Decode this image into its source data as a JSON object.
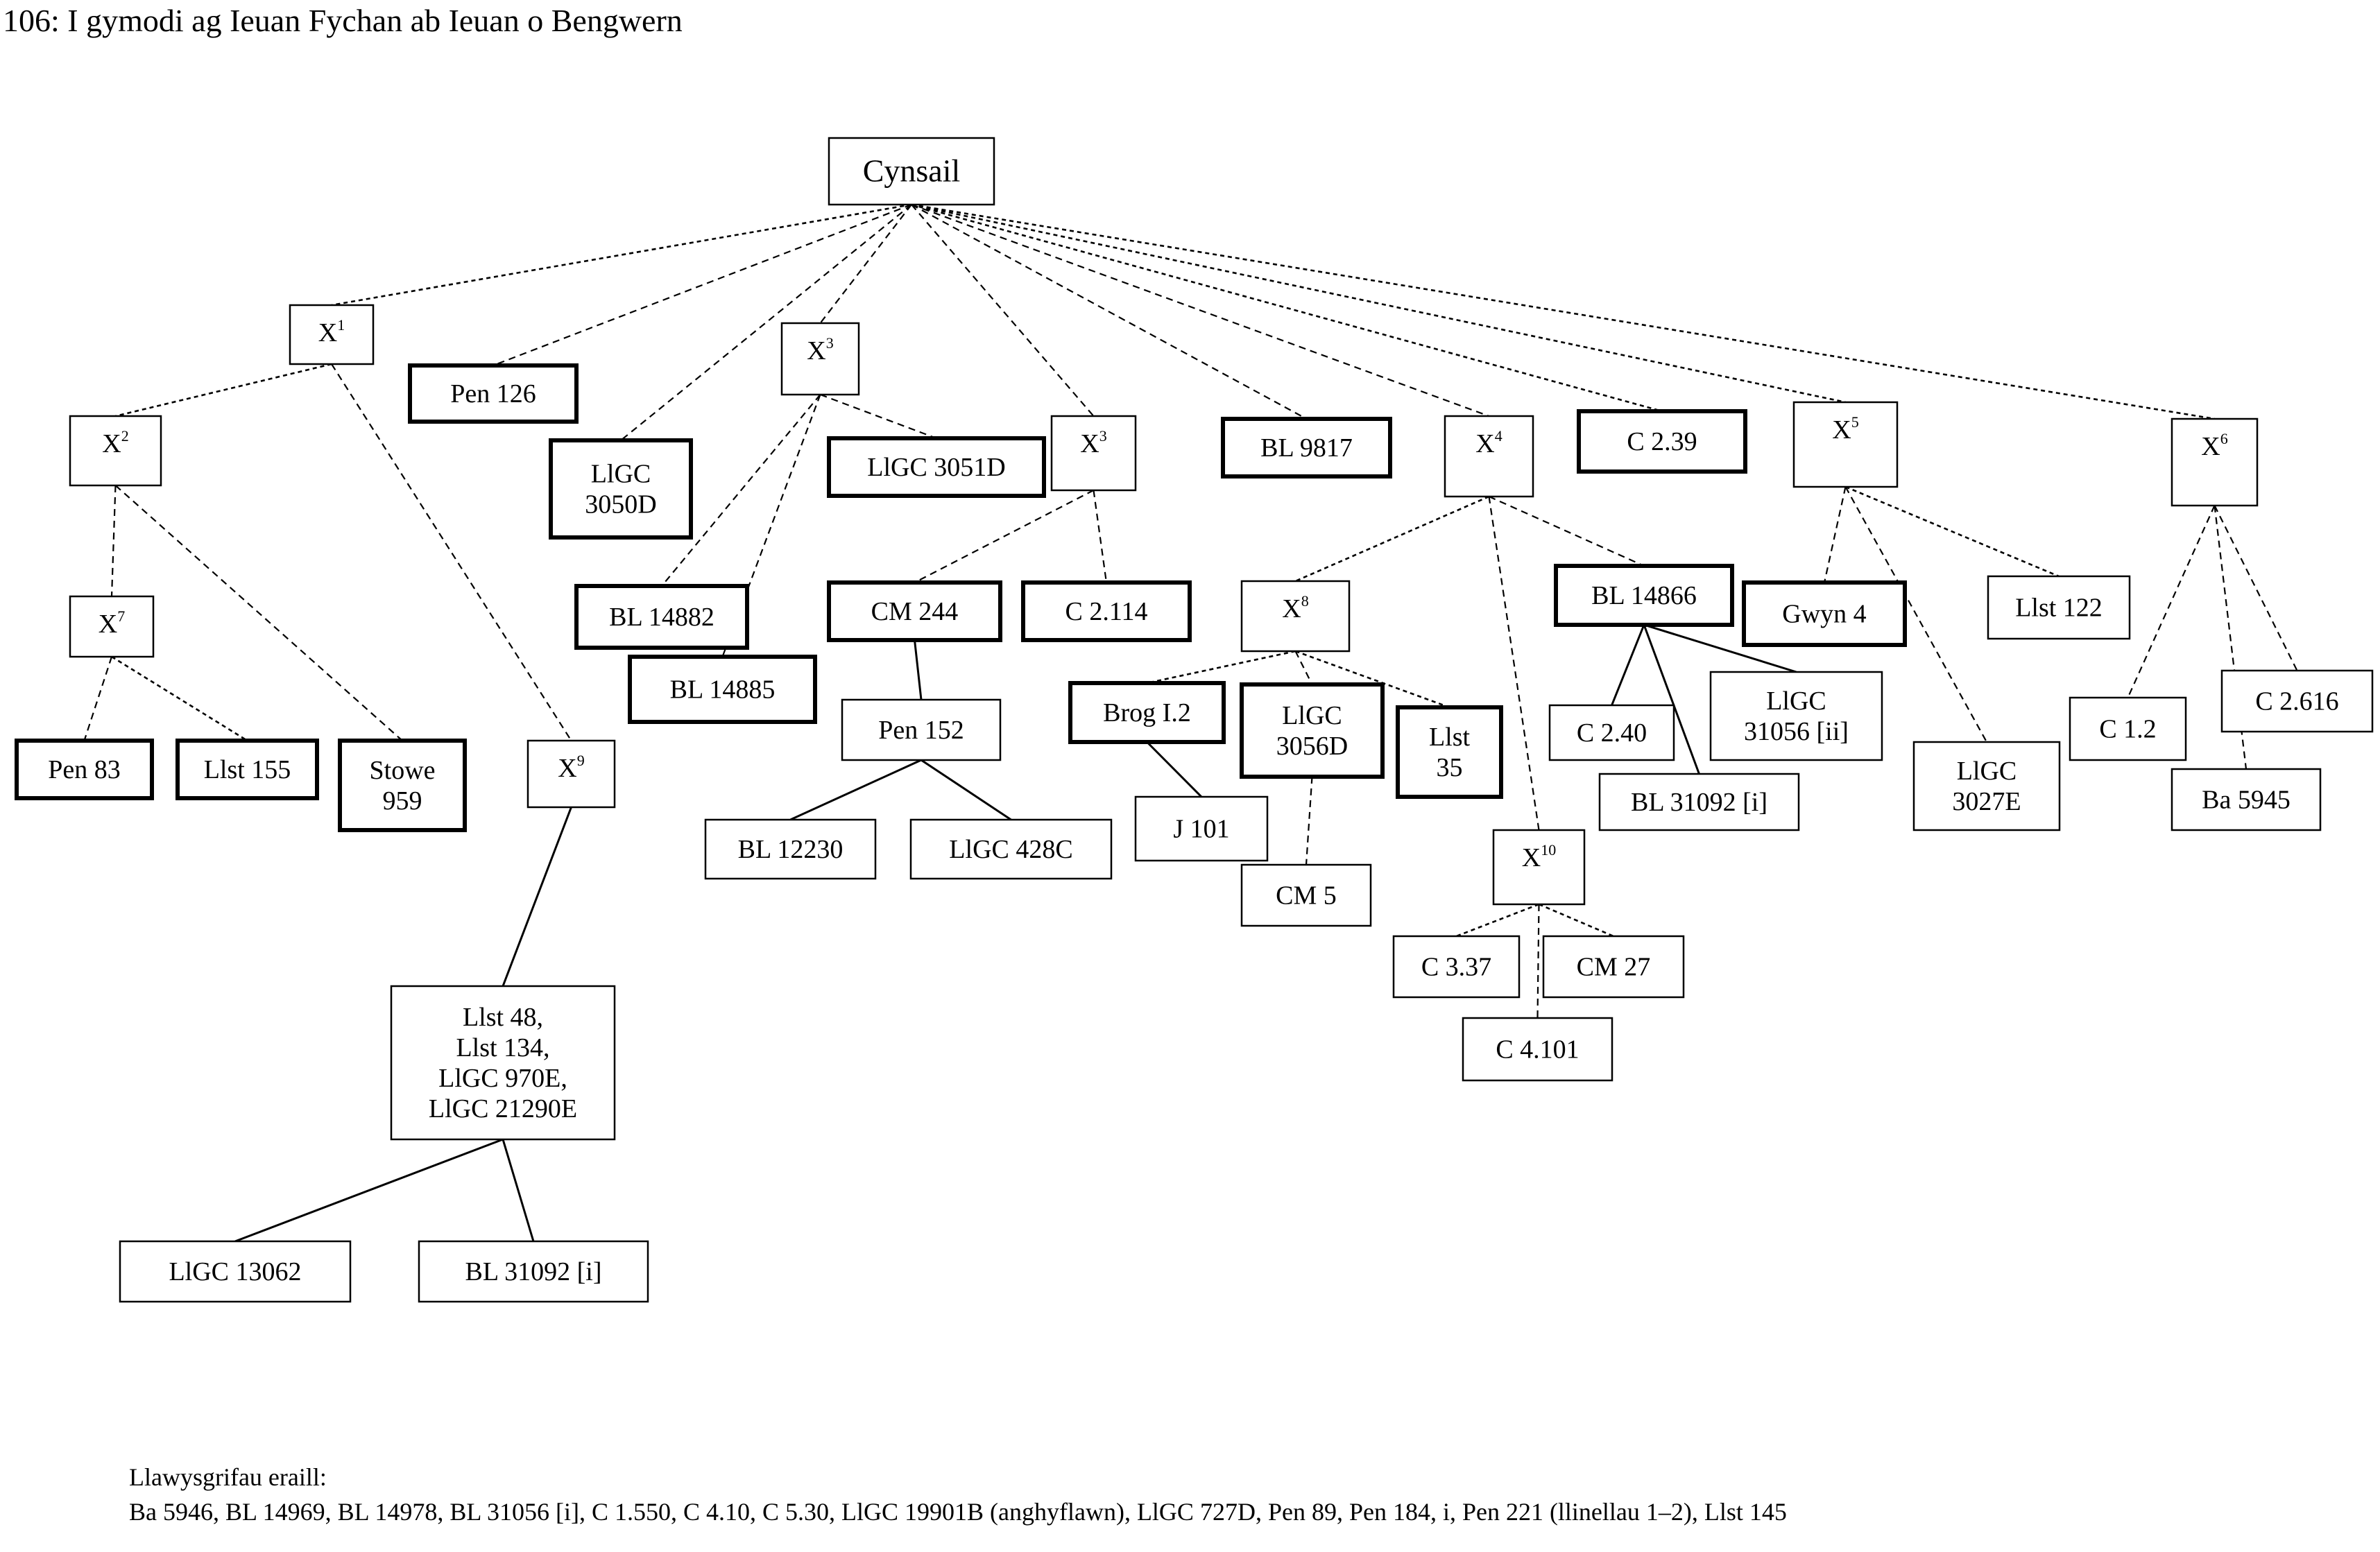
{
  "title": "106: I gymodi ag Ieuan Fychan ab Ieuan o Bengwern",
  "stemma": {
    "nodes": [
      {
        "id": "cynsail",
        "lines": [
          "Cynsail"
        ],
        "bold": false,
        "root": true
      },
      {
        "id": "x1",
        "label": "X",
        "sup": "1",
        "bold": false
      },
      {
        "id": "pen126",
        "lines": [
          "Pen 126"
        ],
        "bold": true
      },
      {
        "id": "x3a",
        "label": "X",
        "sup": "3",
        "bold": false
      },
      {
        "id": "llgc3050d",
        "lines": [
          "LlGC",
          "3050D"
        ],
        "bold": true
      },
      {
        "id": "llgc3051d",
        "lines": [
          "LlGC 3051D"
        ],
        "bold": true
      },
      {
        "id": "x3b",
        "label": "X",
        "sup": "3",
        "bold": false
      },
      {
        "id": "bl9817",
        "lines": [
          "BL 9817"
        ],
        "bold": true
      },
      {
        "id": "x4",
        "label": "X",
        "sup": "4",
        "bold": false
      },
      {
        "id": "c239",
        "lines": [
          "C 2.39"
        ],
        "bold": true
      },
      {
        "id": "x5",
        "label": "X",
        "sup": "5",
        "bold": false
      },
      {
        "id": "x6",
        "label": "X",
        "sup": "6",
        "bold": false
      },
      {
        "id": "x2",
        "label": "X",
        "sup": "2",
        "bold": false
      },
      {
        "id": "x7",
        "label": "X",
        "sup": "7",
        "bold": false
      },
      {
        "id": "pen83",
        "lines": [
          "Pen 83"
        ],
        "bold": true
      },
      {
        "id": "llst155",
        "lines": [
          "Llst 155"
        ],
        "bold": true
      },
      {
        "id": "stowe959",
        "lines": [
          "Stowe",
          "959"
        ],
        "bold": true
      },
      {
        "id": "x9",
        "label": "X",
        "sup": "9",
        "bold": false
      },
      {
        "id": "bl14882",
        "lines": [
          "BL 14882"
        ],
        "bold": true
      },
      {
        "id": "bl14885",
        "lines": [
          "BL 14885"
        ],
        "bold": true
      },
      {
        "id": "cm244",
        "lines": [
          "CM 244"
        ],
        "bold": true
      },
      {
        "id": "c2114",
        "lines": [
          "C 2.114"
        ],
        "bold": true
      },
      {
        "id": "pen152",
        "lines": [
          "Pen 152"
        ],
        "bold": false
      },
      {
        "id": "bl12230",
        "lines": [
          "BL 12230"
        ],
        "bold": false
      },
      {
        "id": "llgc428c",
        "lines": [
          "LlGC 428C"
        ],
        "bold": false
      },
      {
        "id": "x8",
        "label": "X",
        "sup": "8",
        "bold": false
      },
      {
        "id": "brog12",
        "lines": [
          "Brog I.2"
        ],
        "bold": true
      },
      {
        "id": "llgc3056d",
        "lines": [
          "LlGC",
          "3056D"
        ],
        "bold": true
      },
      {
        "id": "llst35",
        "lines": [
          "Llst",
          "35"
        ],
        "bold": true
      },
      {
        "id": "j101",
        "lines": [
          "J 101"
        ],
        "bold": false
      },
      {
        "id": "cm5",
        "lines": [
          "CM 5"
        ],
        "bold": false
      },
      {
        "id": "x10",
        "label": "X",
        "sup": "10",
        "bold": false
      },
      {
        "id": "c337",
        "lines": [
          "C 3.37"
        ],
        "bold": false
      },
      {
        "id": "cm27",
        "lines": [
          "CM 27"
        ],
        "bold": false
      },
      {
        "id": "c4101",
        "lines": [
          "C 4.101"
        ],
        "bold": false
      },
      {
        "id": "bl14866",
        "lines": [
          "BL 14866"
        ],
        "bold": true
      },
      {
        "id": "gwyn4",
        "lines": [
          "Gwyn 4"
        ],
        "bold": true
      },
      {
        "id": "llst122",
        "lines": [
          "Llst 122"
        ],
        "bold": false
      },
      {
        "id": "c240",
        "lines": [
          "C 2.40"
        ],
        "bold": false
      },
      {
        "id": "llgc31056ii",
        "lines": [
          "LlGC",
          "31056 [ii]"
        ],
        "bold": false
      },
      {
        "id": "bl31092i_a",
        "lines": [
          "BL 31092 [i]"
        ],
        "bold": false
      },
      {
        "id": "llgc3027e",
        "lines": [
          "LlGC",
          "3027E"
        ],
        "bold": false
      },
      {
        "id": "c12",
        "lines": [
          "C 1.2"
        ],
        "bold": false
      },
      {
        "id": "c2616",
        "lines": [
          "C 2.616"
        ],
        "bold": false
      },
      {
        "id": "ba5945",
        "lines": [
          "Ba 5945"
        ],
        "bold": false
      },
      {
        "id": "llst48group",
        "lines": [
          "Llst 48,",
          "Llst 134,",
          "LlGC 970E,",
          "LlGC 21290E"
        ],
        "bold": false
      },
      {
        "id": "llgc13062",
        "lines": [
          "LlGC 13062"
        ],
        "bold": false
      },
      {
        "id": "bl31092i_b",
        "lines": [
          "BL 31092 [i]"
        ],
        "bold": false
      }
    ],
    "edges": [
      {
        "from": "cynsail",
        "to": "x1",
        "style": "dotted"
      },
      {
        "from": "cynsail",
        "to": "pen126",
        "style": "dashed"
      },
      {
        "from": "cynsail",
        "to": "llgc3050d",
        "style": "dashed"
      },
      {
        "from": "cynsail",
        "to": "x3a",
        "style": "dashed"
      },
      {
        "from": "cynsail",
        "to": "x3b",
        "style": "dashed"
      },
      {
        "from": "cynsail",
        "to": "bl9817",
        "style": "dashed"
      },
      {
        "from": "cynsail",
        "to": "x4",
        "style": "dashed"
      },
      {
        "from": "cynsail",
        "to": "c239",
        "style": "dotted"
      },
      {
        "from": "cynsail",
        "to": "x5",
        "style": "dotted"
      },
      {
        "from": "cynsail",
        "to": "x6",
        "style": "dotted"
      },
      {
        "from": "x1",
        "to": "x2",
        "style": "dotted"
      },
      {
        "from": "x1",
        "to": "x9",
        "style": "dashed"
      },
      {
        "from": "x2",
        "to": "x7",
        "style": "dashed"
      },
      {
        "from": "x2",
        "to": "stowe959",
        "style": "dashed"
      },
      {
        "from": "x7",
        "to": "pen83",
        "style": "dashed"
      },
      {
        "from": "x7",
        "to": "llst155",
        "style": "dotted"
      },
      {
        "from": "x9",
        "to": "llst48group",
        "style": "solid"
      },
      {
        "from": "llst48group",
        "to": "llgc13062",
        "style": "solid"
      },
      {
        "from": "llst48group",
        "to": "bl31092i_b",
        "style": "solid"
      },
      {
        "from": "x3a",
        "to": "bl14882",
        "style": "dashed"
      },
      {
        "from": "x3a",
        "to": "bl14885",
        "style": "dashed"
      },
      {
        "from": "x3a",
        "to": "llgc3051d",
        "style": "dashed"
      },
      {
        "from": "x3b",
        "to": "cm244",
        "style": "dashed"
      },
      {
        "from": "x3b",
        "to": "c2114",
        "style": "dashed"
      },
      {
        "from": "cm244",
        "to": "pen152",
        "style": "solid"
      },
      {
        "from": "pen152",
        "to": "bl12230",
        "style": "solid"
      },
      {
        "from": "pen152",
        "to": "llgc428c",
        "style": "solid"
      },
      {
        "from": "x4",
        "to": "x8",
        "style": "dotted"
      },
      {
        "from": "x4",
        "to": "x10",
        "style": "dashed"
      },
      {
        "from": "x4",
        "to": "bl14866",
        "style": "dashed"
      },
      {
        "from": "x8",
        "to": "brog12",
        "style": "dotted"
      },
      {
        "from": "x8",
        "to": "llgc3056d",
        "style": "dashed"
      },
      {
        "from": "x8",
        "to": "llst35",
        "style": "dotted"
      },
      {
        "from": "brog12",
        "to": "j101",
        "style": "solid"
      },
      {
        "from": "llgc3056d",
        "to": "cm5",
        "style": "dashed"
      },
      {
        "from": "x10",
        "to": "c337",
        "style": "dotted"
      },
      {
        "from": "x10",
        "to": "cm27",
        "style": "dotted"
      },
      {
        "from": "x10",
        "to": "c4101",
        "style": "dashed"
      },
      {
        "from": "bl14866",
        "to": "c240",
        "style": "solid"
      },
      {
        "from": "bl14866",
        "to": "bl31092i_a",
        "style": "solid"
      },
      {
        "from": "bl14866",
        "to": "llgc31056ii",
        "style": "solid"
      },
      {
        "from": "x5",
        "to": "gwyn4",
        "style": "dashed"
      },
      {
        "from": "x5",
        "to": "llgc3027e",
        "style": "dashed"
      },
      {
        "from": "x5",
        "to": "llst122",
        "style": "dotted"
      },
      {
        "from": "x6",
        "to": "c12",
        "style": "dashed"
      },
      {
        "from": "x6",
        "to": "ba5945",
        "style": "dashed"
      },
      {
        "from": "x6",
        "to": "c2616",
        "style": "dashed"
      }
    ]
  },
  "footer": {
    "heading": "Llawysgrifau eraill:",
    "list": "Ba 5946, BL 14969, BL 14978, BL 31056 [i], C 1.550, C 4.10, C 5.30, LlGC 19901B (anghyflawn), LlGC 727D, Pen 89, Pen 184, i, Pen 221 (llinellau 1–2), Llst 145"
  }
}
